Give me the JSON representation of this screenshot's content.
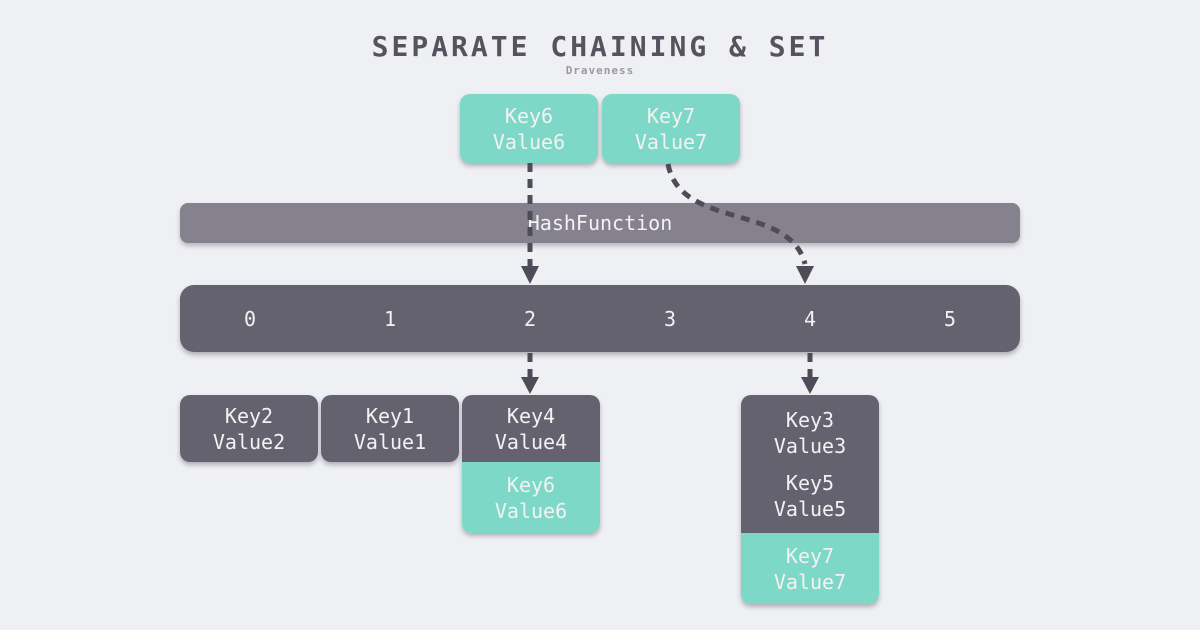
{
  "title": "SEPARATE CHAINING & SET",
  "subtitle": "Draveness",
  "colors": {
    "background": "#eff0f3",
    "teal": "#7dd8c7",
    "dark_gray": "#656270",
    "hash_bar_gray": "#85828e",
    "arrow": "#4f4c59",
    "box_text": "#f2f2f2",
    "title_text": "#56535e"
  },
  "incoming": [
    {
      "key": "Key6",
      "value": "Value6"
    },
    {
      "key": "Key7",
      "value": "Value7"
    }
  ],
  "hash_function_label": "HashFunction",
  "buckets": [
    "0",
    "1",
    "2",
    "3",
    "4",
    "5"
  ],
  "chains": {
    "bucket0": [
      {
        "key": "Key2",
        "value": "Value2"
      }
    ],
    "bucket1": [
      {
        "key": "Key1",
        "value": "Value1"
      }
    ],
    "bucket2": [
      {
        "key": "Key4",
        "value": "Value4"
      },
      {
        "key": "Key6",
        "value": "Value6"
      }
    ],
    "bucket4": [
      {
        "key": "Key3",
        "value": "Value3"
      },
      {
        "key": "Key5",
        "value": "Value5"
      },
      {
        "key": "Key7",
        "value": "Value7"
      }
    ]
  }
}
